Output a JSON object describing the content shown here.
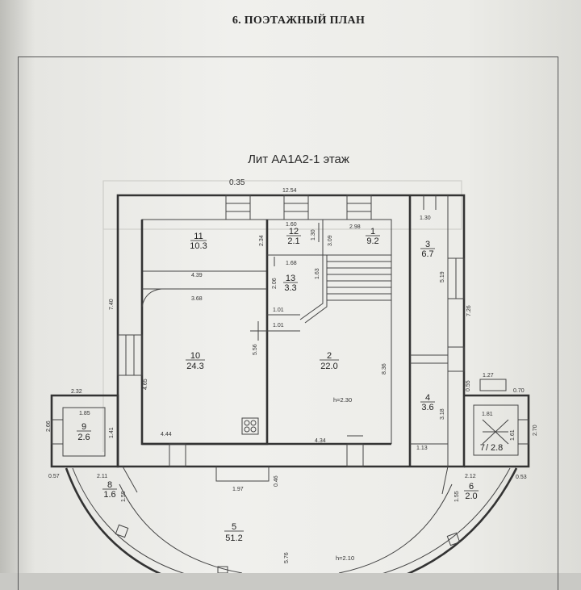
{
  "title": "6. ПОЭТАЖНЫЙ ПЛАН",
  "plan_title": "Лит АА1А2-1 этаж",
  "rooms": [
    {
      "id": "11",
      "area": "10.3"
    },
    {
      "id": "12",
      "area": "2.1"
    },
    {
      "id": "1",
      "area": "9.2"
    },
    {
      "id": "3",
      "area": "6.7"
    },
    {
      "id": "13",
      "area": "3.3"
    },
    {
      "id": "10",
      "area": "24.3"
    },
    {
      "id": "2",
      "area": "22.0"
    },
    {
      "id": "4",
      "area": "3.6"
    },
    {
      "id": "9",
      "area": "2.6"
    },
    {
      "id": "7",
      "area": "2.8"
    },
    {
      "id": "8",
      "area": "1.6"
    },
    {
      "id": "6",
      "area": "2.0"
    },
    {
      "id": "5",
      "area": "51.2"
    }
  ],
  "dimensions": {
    "d_035": "0.35",
    "d_1254": "12.54",
    "d_130": "1.30",
    "d_160": "1.60",
    "d_298": "2.98",
    "d_234": "2.34",
    "d_130b": "1.30",
    "d_309": "3.09",
    "d_168": "1.68",
    "d_439": "4.39",
    "d_206": "2.06",
    "d_163": "1.63",
    "d_519": "5.19",
    "d_368": "3.68",
    "d_740": "7.40",
    "d_101a": "1.01",
    "d_101b": "1.01",
    "d_726": "7.26",
    "d_556": "5.56",
    "d_465": "4.65",
    "d_836": "8.36",
    "d_232": "2.32",
    "d_127": "1.27",
    "d_055": "0.55",
    "d_070": "0.70",
    "d_185": "1.85",
    "d_318": "3.18",
    "d_181": "1.81",
    "d_266": "2.66",
    "d_141": "1.41",
    "d_161": "1.61",
    "d_270": "2.70",
    "d_444": "4.44",
    "d_434": "4.34",
    "d_113": "1.13",
    "d_057": "0.57",
    "d_211": "2.11",
    "d_212": "2.12",
    "d_053": "0.53",
    "d_197": "1.97",
    "d_046": "0.46",
    "d_159": "1.59",
    "d_155": "1.55",
    "d_576": "5.76"
  },
  "heights": {
    "h_room2": "h=2.30",
    "h_room5": "h=2.10"
  }
}
